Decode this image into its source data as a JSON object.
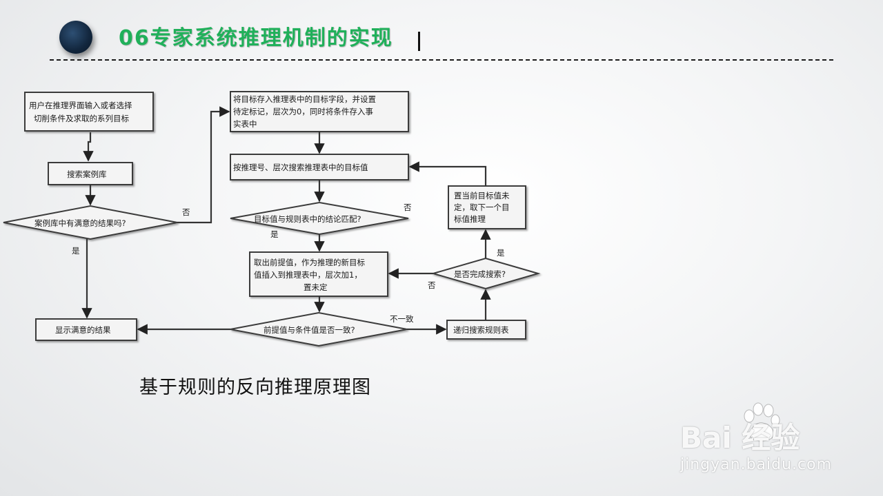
{
  "header": {
    "title": "06专家系统推理机制的实现"
  },
  "caption": "基于规则的反向推理原理图",
  "watermark": {
    "logo": "Bai  经验",
    "url": "jingyan.baidu.com"
  },
  "flowchart": {
    "nodes": {
      "input": [
        "用户在推理界面输入或者选择",
        "切削条件及求取的系列目标"
      ],
      "search_case": [
        "搜索案例库"
      ],
      "case_satisfied": [
        "案例库中有满意的结果吗?"
      ],
      "show_result": [
        "显示满意的结果"
      ],
      "store_goal": [
        "将目标存入推理表中的目标字段，并设置",
        "待定标记，层次为0，同时将条件存入事",
        "实表中"
      ],
      "search_goal": [
        "按推理号、层次搜索推理表中的目标值"
      ],
      "goal_match": [
        "目标值与规则表中的结论匹配?"
      ],
      "take_premise": [
        "取出前提值，作为推理的新目标",
        "值插入到推理表中，层次加1，",
        "置未定"
      ],
      "premise_consistent": [
        "前提值与条件值是否一致?"
      ],
      "recursive_search": [
        "递归搜索规则表"
      ],
      "search_done": [
        "是否完成搜索?"
      ],
      "set_undetermined": [
        "置当前目标值未",
        "定，取下一个目",
        "标值推理"
      ]
    },
    "labels": {
      "no_case": "否",
      "yes_case": "是",
      "no_match": "否",
      "yes_match": "是",
      "inconsistent": "不一致",
      "done_yes": "是",
      "done_no": "否"
    }
  }
}
